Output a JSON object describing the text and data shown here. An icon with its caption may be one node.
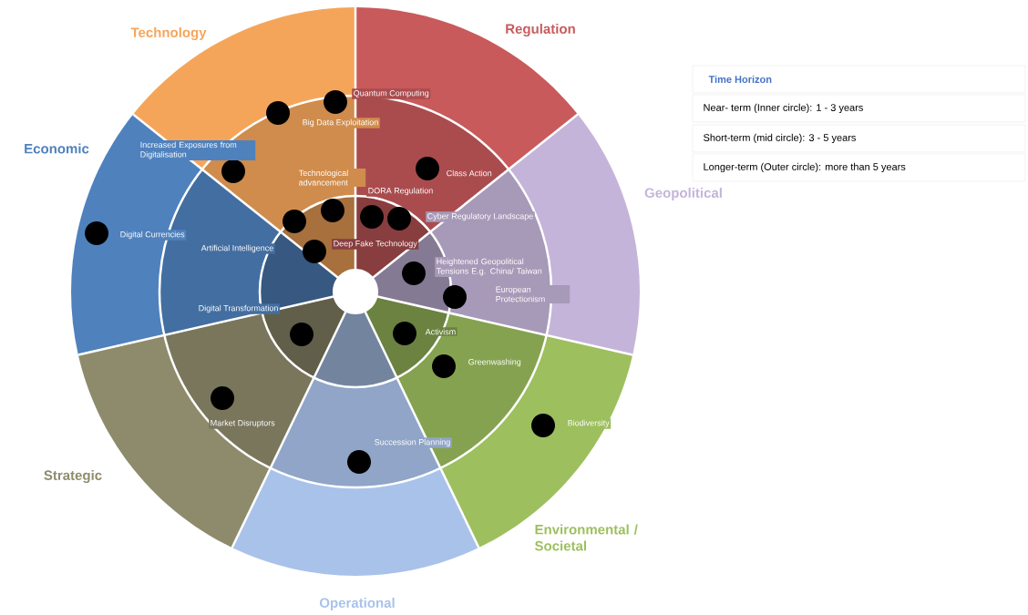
{
  "diagram": {
    "labels": [
      "Technology",
      "Regulation",
      "Economic",
      "Geopolitical",
      "Strategic",
      "Environmental / Societal",
      "Operational",
      "Quantum Computing",
      "Big Data Exploitation",
      "Increased Exposures from Digitalisation",
      "Technological advancement",
      "Class Action",
      "DORA Regulation",
      "Cyber Regulatory Landscape",
      "Digital Currencies",
      "Artificial Intelligence",
      "Deep Fake Technology",
      "Heightened Geopolitical Tensions E.g. China/ Taiwan",
      "European Protectionism",
      "Digital Transformation",
      "Activism",
      "Greenwashing",
      "Market Disruptors",
      "Biodiversity",
      "Succession Planning",
      "Time Horizon",
      "Near- term (Inner circle): 1 - 3 years",
      "Short-term (mid circle): 3 - 5 years",
      "Longer-term (Outer circle): more than 5 years"
    ]
  }
}
